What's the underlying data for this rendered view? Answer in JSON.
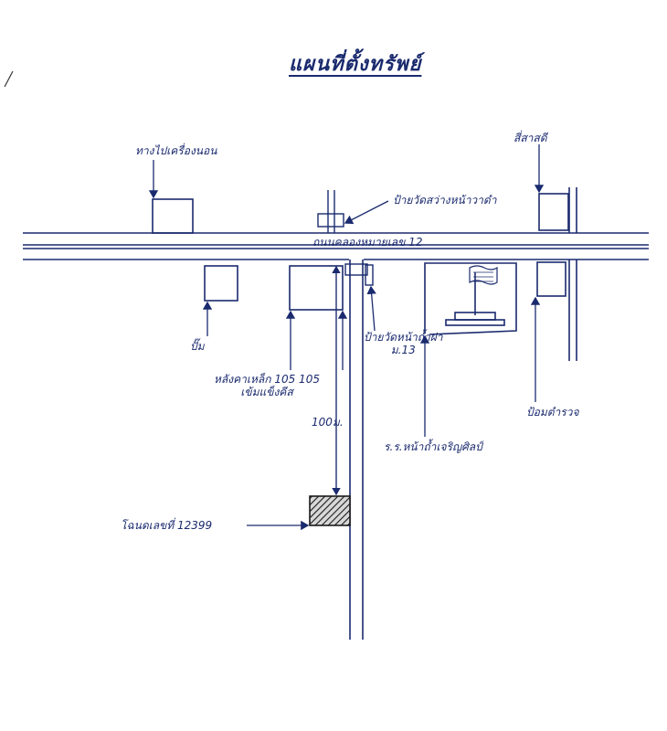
{
  "map": {
    "title": "แผนที่ตั้งทรัพย์",
    "road_name": "ถนนคลองหมายเลข 12",
    "labels": {
      "left_top_building": "ทางไปเครื่องนอน",
      "right_top_building": "สี่สาสดี",
      "top_center_sign": "ป้ายวัดสว่างหน้าวาดำ",
      "bottom_left_small": "ปั๊ม",
      "bottom_center_shop": "หลังคาเหล็ก 105 105\nเข้มแข็งคีส",
      "center_sign": "ป้ายวัดหน้าถ้ำผ่า\nม.13",
      "distance": "100ม.",
      "plot": "โฉนดเลขที่ 12399",
      "school": "ร.ร.หน้าถ้ำเจริญศิลป์",
      "police": "ป้อมตำรวจ"
    }
  },
  "colors": {
    "ink": "#1a2a6e",
    "plot_fill": "#2b2b2b"
  }
}
